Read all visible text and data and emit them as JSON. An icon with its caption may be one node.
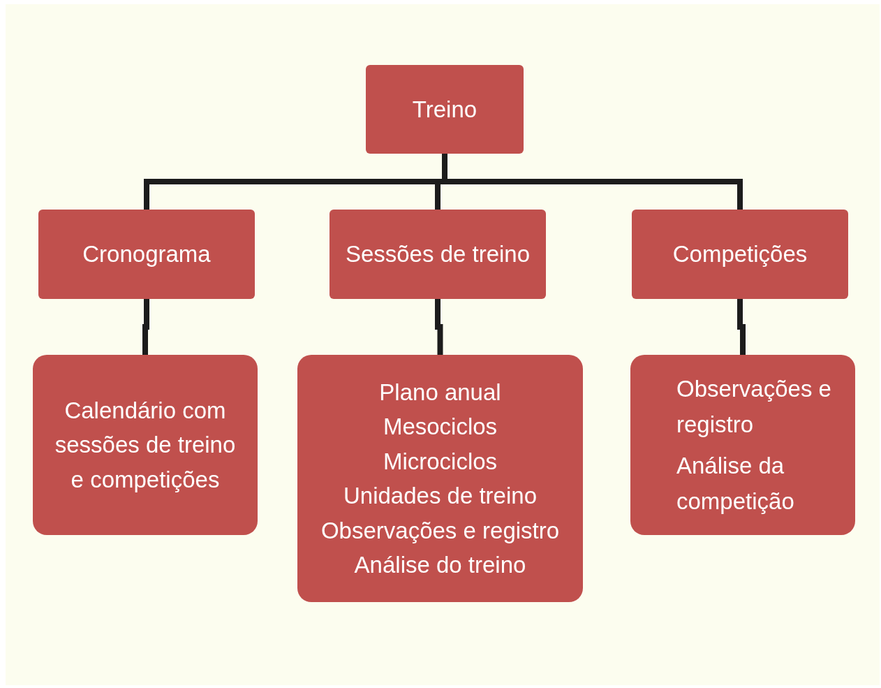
{
  "diagram": {
    "nodes": [
      {
        "text": [
          "Treino"
        ]
      },
      {
        "text": [
          "Cronograma"
        ]
      },
      {
        "text": [
          "Sessões de treino"
        ]
      },
      {
        "text": [
          "Competições"
        ]
      },
      {
        "text": [
          "Calendário com sessões de treino e competições"
        ]
      },
      {
        "text": [
          "Plano anual",
          "Mesociclos",
          "Microciclos",
          "Unidades de treino",
          "Observações e registro",
          "Análise do treino"
        ]
      },
      {
        "text": [
          "Observações e registro",
          "Análise da competição"
        ]
      }
    ],
    "edges": [
      {
        "from": 0,
        "to": 1,
        "arrow": "none"
      },
      {
        "from": 0,
        "to": 2,
        "arrow": "none"
      },
      {
        "from": 0,
        "to": 3,
        "arrow": "none"
      },
      {
        "from": 1,
        "to": 4,
        "arrow": "none"
      },
      {
        "from": 2,
        "to": 5,
        "arrow": "none"
      },
      {
        "from": 3,
        "to": 6,
        "arrow": "none"
      }
    ]
  }
}
